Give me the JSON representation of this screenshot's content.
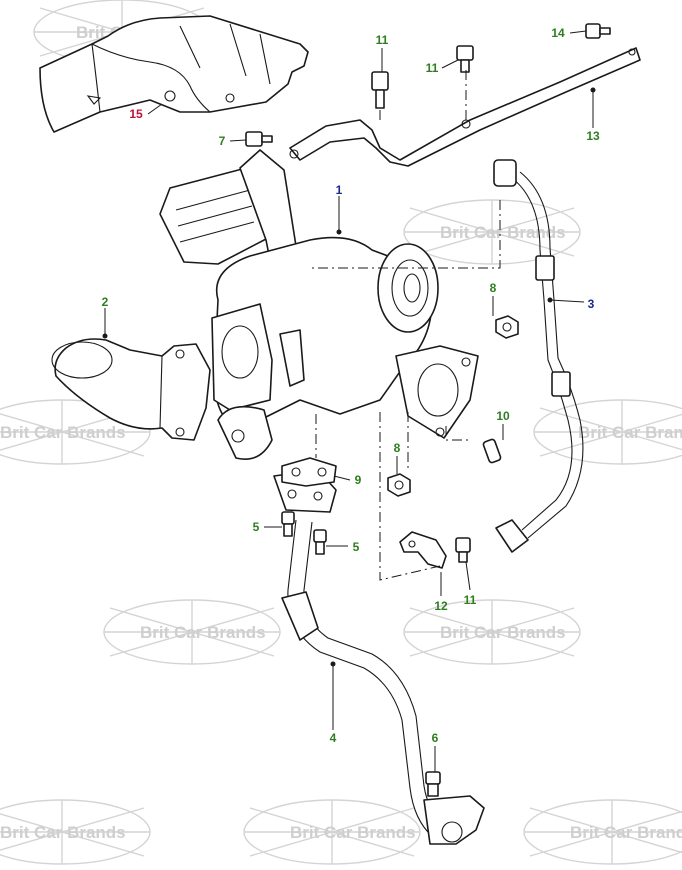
{
  "watermark": {
    "text": "Brit Car Brands"
  },
  "colors": {
    "green": "#2e7d1f",
    "blue": "#1a2a8c",
    "red": "#c0103a"
  },
  "callouts": {
    "c1": "1",
    "c2": "2",
    "c3": "3",
    "c4": "4",
    "c5a": "5",
    "c5b": "5",
    "c6": "6",
    "c7": "7",
    "c8a": "8",
    "c8b": "8",
    "c9": "9",
    "c10": "10",
    "c11a": "11",
    "c11b": "11",
    "c11c": "11",
    "c12": "12",
    "c13": "13",
    "c14": "14",
    "c15": "15"
  }
}
